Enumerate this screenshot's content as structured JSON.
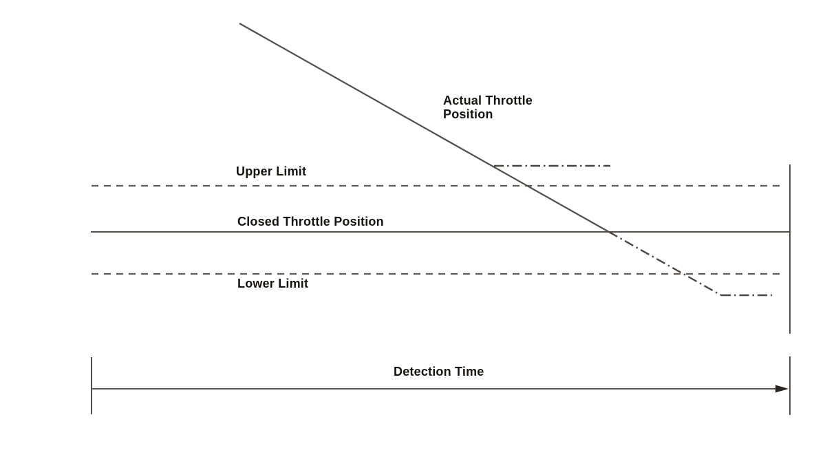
{
  "diagram": {
    "labels": {
      "actual_throttle_position": "Actual Throttle\nPosition",
      "upper_limit": "Upper Limit",
      "closed_throttle_position": "Closed Throttle Position",
      "lower_limit": "Lower Limit",
      "detection_time": "Detection Time"
    },
    "colors": {
      "background": "#ffffff",
      "solid_line": "#534d48",
      "dashed_line": "#5f5952",
      "dashdot_line": "#4c4641",
      "axis_line": "#534d48",
      "arrowhead": "#2b2420",
      "text": "#17130f"
    }
  }
}
